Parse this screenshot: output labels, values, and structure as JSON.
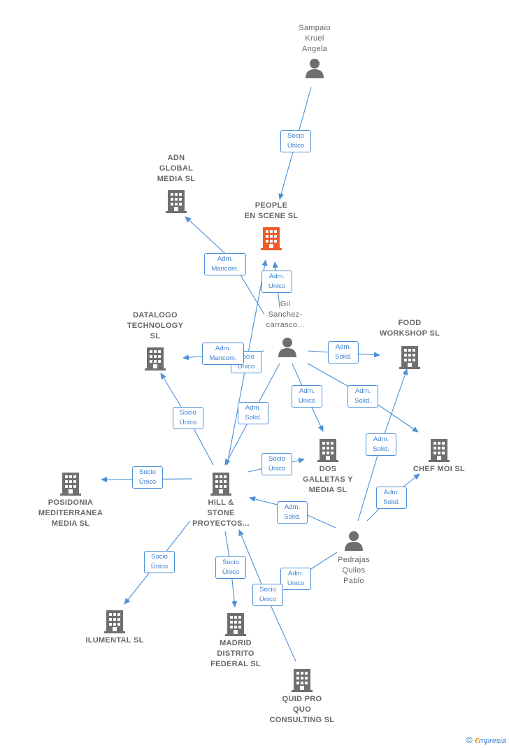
{
  "colors": {
    "edge": "#4a8fd8",
    "node_icon": "#6f6f6f",
    "focus_icon": "#f05a28"
  },
  "nodes": {
    "sampaio": {
      "label": "Sampaio\nKruel\nAngela",
      "icon": "person-icon"
    },
    "people": {
      "label": "PEOPLE\nEN SCENE  SL",
      "icon": "building-icon-focus"
    },
    "adn": {
      "label": "ADN\nGLOBAL\nMEDIA  SL",
      "icon": "building-icon"
    },
    "gil": {
      "label": "Gil\nSanchez-\ncarrasco...",
      "icon": "person-icon"
    },
    "datalogo": {
      "label": "DATALOGO\nTECHNOLOGY\nSL",
      "icon": "building-icon"
    },
    "food": {
      "label": "FOOD\nWORKSHOP SL",
      "icon": "building-icon"
    },
    "chef": {
      "label": "CHEF MOI  SL",
      "icon": "building-icon"
    },
    "dos": {
      "label": "DOS\nGALLETAS Y\nMEDIA  SL",
      "icon": "building-icon"
    },
    "hill": {
      "label": "HILL &\nSTONE\nPROYECTOS...",
      "icon": "building-icon"
    },
    "posidonia": {
      "label": "POSIDONIA\nMEDITERRANEA\nMEDIA  SL",
      "icon": "building-icon"
    },
    "pedrajas": {
      "label": "Pedrajas\nQuiles\nPablo",
      "icon": "person-icon"
    },
    "ilumental": {
      "label": "ILUMENTAL  SL",
      "icon": "building-icon"
    },
    "madrid": {
      "label": "MADRID\nDISTRITO\nFEDERAL  SL",
      "icon": "building-icon"
    },
    "quid": {
      "label": "QUID PRO\nQUO\nCONSULTING SL",
      "icon": "building-icon"
    }
  },
  "edge_labels": {
    "e1": "Socio\nÚnico",
    "e2": "Adm.\nMancom.",
    "e3": "Adm.\nUnico",
    "e4": "Adm.\nMancom.",
    "e5": "Socio\nÚnico",
    "e6": "Adm.\nSolid.",
    "e7": "Adm.\nSolid.",
    "e8": "Adm.\nUnico",
    "e9": "Adm.\nSolid.",
    "e10": "Socio\nÚnico",
    "e11": "Socio\nÚnico",
    "e12": "Socio\nÚnico",
    "e13": "Adm.\nSolid.",
    "e14": "Adm.\nSolid.",
    "e15": "Adm.\nSolid.",
    "e16": "Socio\nÚnico",
    "e17": "Socio\nÚnico",
    "e18": "Adm.\nUnico",
    "e19": "Socio\nÚnico"
  },
  "footer": {
    "copyright": "©",
    "brand_e": "€",
    "brand_rest": "mpresia"
  }
}
